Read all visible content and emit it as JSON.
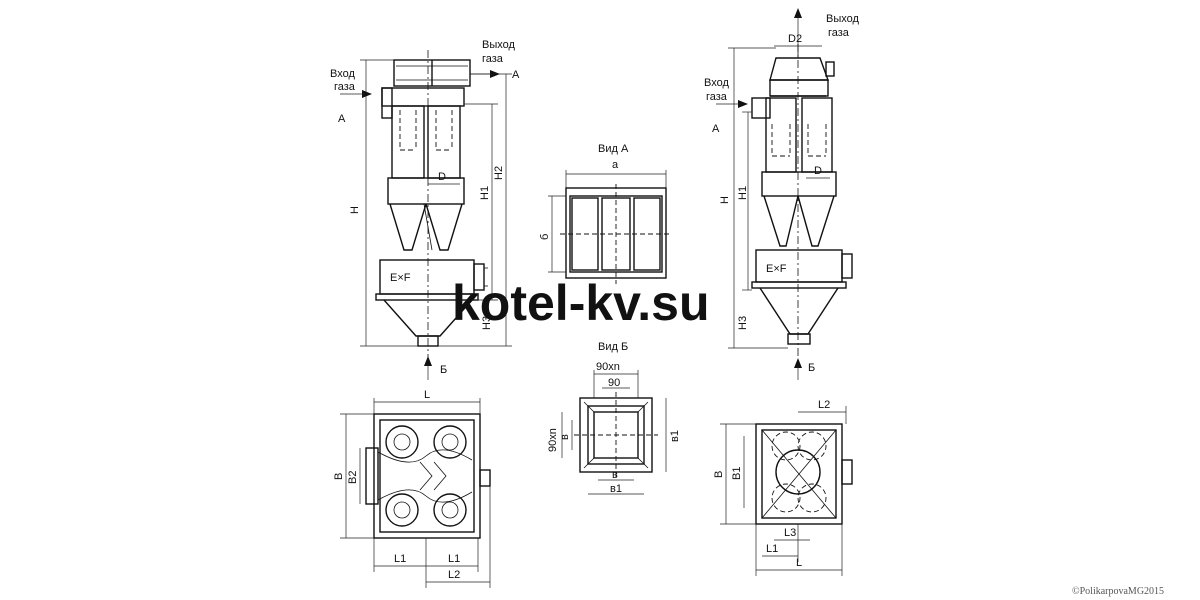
{
  "watermark": "kotel-kv.su",
  "copyright": "©PolikarpovaMG2015",
  "left_view": {
    "inlet_label_1": "Вход",
    "inlet_label_2": "газа",
    "outlet_label_1": "Выход",
    "outlet_label_2": "газа",
    "arrow_a_left": "А",
    "arrow_a_right": "А",
    "dim_h": "Н",
    "dim_h1": "Н1",
    "dim_h2": "Н2",
    "dim_h3": "Н3",
    "dim_d": "D",
    "box_label": "E×F",
    "arrow_b": "Б"
  },
  "center_a": {
    "title": "Вид А",
    "dim_a": "а",
    "dim_b": "б"
  },
  "center_b": {
    "title": "Вид Б",
    "dim_90xn_top": "90хn",
    "dim_90": "90",
    "dim_90xn_side": "90хn",
    "dim_v": "в",
    "dim_v1_right": "в1",
    "dim_v_bottom": "в",
    "dim_v1_bottom": "в1"
  },
  "right_view": {
    "outlet_label_1": "Выход",
    "outlet_label_2": "газа",
    "inlet_label_1": "Вход",
    "inlet_label_2": "газа",
    "arrow_a": "А",
    "dim_d2": "D2",
    "dim_h": "Н",
    "dim_h1": "Н1",
    "dim_h3": "Н3",
    "dim_d": "D",
    "box_label": "E×F",
    "arrow_b": "Б"
  },
  "left_plan": {
    "dim_l": "L",
    "dim_b": "В",
    "dim_b2": "В2",
    "dim_l1_a": "L1",
    "dim_l1_b": "L1",
    "dim_l2": "L2"
  },
  "right_plan": {
    "dim_l2": "L2",
    "dim_b": "В",
    "dim_b1": "В1",
    "dim_l3": "L3",
    "dim_l1": "L1",
    "dim_l": "L"
  }
}
